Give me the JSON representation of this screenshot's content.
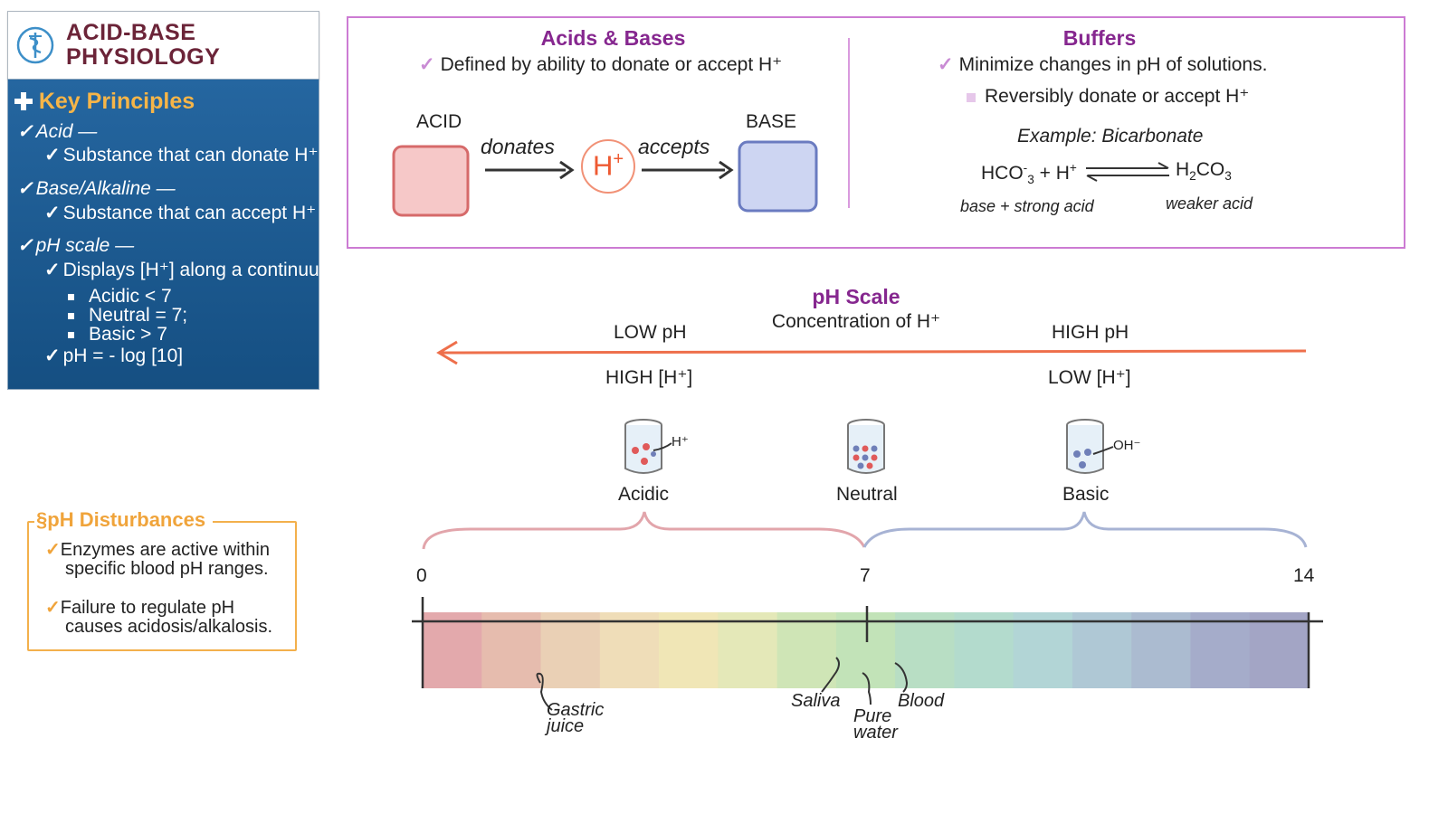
{
  "title": {
    "line1": "ACID-BASE",
    "line2": "PHYSIOLOGY"
  },
  "key_principles": {
    "heading": "Key Principles",
    "acid_term": "Acid —",
    "acid_def": "Substance that can donate H⁺",
    "base_term": "Base/Alkaline —",
    "base_def": "Substance that can accept H⁺",
    "ph_term": "pH scale —",
    "ph_def": "Displays [H⁺] along a continuum.",
    "ph_items": [
      "Acidic < 7",
      "Neutral = 7;",
      "Basic > 7"
    ],
    "ph_formula": "pH = - log [10]"
  },
  "ph_disturbances": {
    "heading": "pH Disturbances",
    "item1_line1": "Enzymes are active within",
    "item1_line2": "specific blood pH ranges.",
    "item2_line1": "Failure to regulate pH",
    "item2_line2": "causes acidosis/alkalosis."
  },
  "acids_bases": {
    "heading": "Acids & Bases",
    "note": "Defined by ability to donate or accept H⁺",
    "acid_label": "ACID",
    "base_label": "BASE",
    "donates": "donates",
    "accepts": "accepts",
    "ion": "H",
    "ion_charge": "+"
  },
  "buffers": {
    "heading": "Buffers",
    "note1": "Minimize changes in pH of solutions.",
    "note2": "Reversibly donate or accept H⁺",
    "example": "Example: Bicarbonate",
    "left_caption": "base + strong acid",
    "right_caption": "weaker acid"
  },
  "ph_scale": {
    "heading": "pH Scale",
    "subheading": "Concentration of H⁺",
    "low_ph": "LOW pH",
    "high_h": "HIGH [H⁺]",
    "high_ph": "HIGH pH",
    "low_h": "LOW [H⁺]",
    "beakers": {
      "acidic": "Acidic",
      "neutral": "Neutral",
      "basic": "Basic",
      "acid_ion": "H⁺",
      "base_ion": "OH⁻"
    },
    "ticks": [
      "0",
      "7",
      "14"
    ],
    "markers": {
      "gastric1": "Gastric",
      "gastric2": "juice",
      "saliva": "Saliva",
      "water1": "Pure",
      "water2": "water",
      "blood": "Blood"
    },
    "colors": [
      "#e3a9ac",
      "#e6bcae",
      "#ead0b5",
      "#efddb8",
      "#f0e6b6",
      "#e4e8b8",
      "#cfe5b6",
      "#c2e3b8",
      "#b8dec4",
      "#b3dbcd",
      "#b2d5d6",
      "#afc8d5",
      "#abbbd0",
      "#a5acca",
      "#a3a5c5"
    ]
  },
  "accent_colors": {
    "purple": "#86278f",
    "orange": "#f0a43b",
    "navy": "#1d5a91",
    "arrow": "#ee6f4b"
  }
}
